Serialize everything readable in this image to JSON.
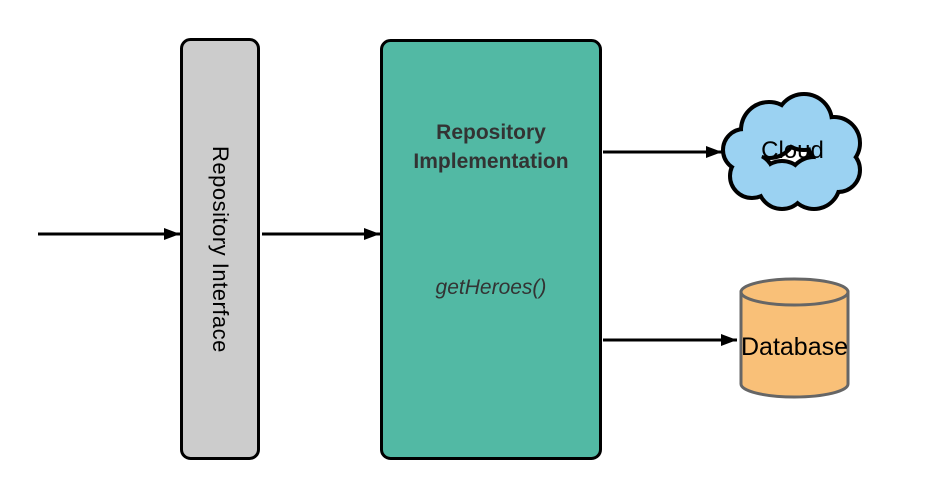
{
  "diagram": {
    "background": "#ffffff",
    "arrow_color": "#000000",
    "nodes": {
      "repository_interface": {
        "label": "Repository Interface",
        "fill": "#cccccc",
        "stroke": "#000000"
      },
      "repository_implementation": {
        "title": "Repository Implementation",
        "method_label": "getHeroes()",
        "fill": "#52b9a4",
        "stroke": "#000000",
        "text_color": "#333333"
      },
      "cloud": {
        "label": "Cloud",
        "fill": "#9bd2f2",
        "stroke": "#000000"
      },
      "database": {
        "label": "Database",
        "fill": "#f9c078",
        "stroke": "#666666"
      }
    },
    "edges": [
      {
        "from": "external-input",
        "to": "repository_interface"
      },
      {
        "from": "repository_interface",
        "to": "repository_implementation"
      },
      {
        "from": "repository_implementation",
        "to": "cloud"
      },
      {
        "from": "repository_implementation",
        "to": "database"
      }
    ]
  }
}
